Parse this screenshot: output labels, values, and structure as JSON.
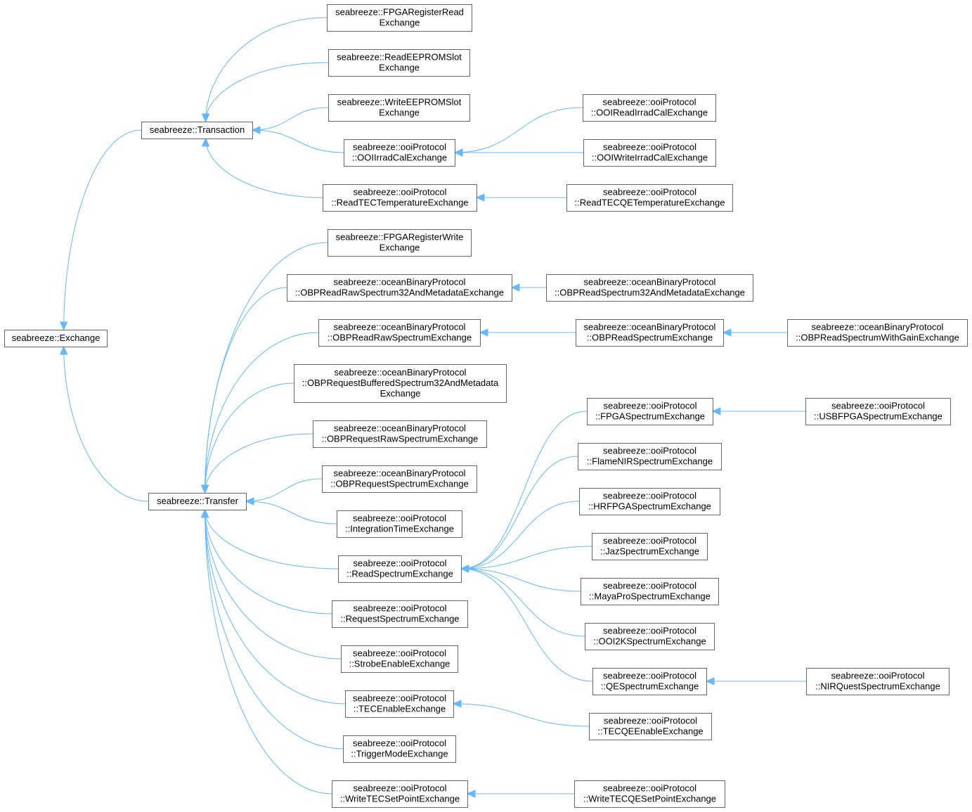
{
  "diagram": {
    "colors": {
      "edge": "#63b8ff",
      "node_border": "#666666",
      "background": "#ffffff"
    },
    "nodes": {
      "exchange": [
        "seabreeze::Exchange"
      ],
      "transaction": [
        "seabreeze::Transaction"
      ],
      "transfer": [
        "seabreeze::Transfer"
      ],
      "fpga_reg_read": [
        "seabreeze::FPGARegisterRead",
        "Exchange"
      ],
      "read_eeprom": [
        "seabreeze::ReadEEPROMSlot",
        "Exchange"
      ],
      "write_eeprom": [
        "seabreeze::WriteEEPROMSlot",
        "Exchange"
      ],
      "ooi_irradcal": [
        "seabreeze::ooiProtocol",
        "::OOIIrradCalExchange"
      ],
      "ooi_read_irradcal": [
        "seabreeze::ooiProtocol",
        "::OOIReadIrradCalExchange"
      ],
      "ooi_write_irradcal": [
        "seabreeze::ooiProtocol",
        "::OOIWriteIrradCalExchange"
      ],
      "read_tec_temp": [
        "seabreeze::ooiProtocol",
        "::ReadTECTemperatureExchange"
      ],
      "read_tecqe_temp": [
        "seabreeze::ooiProtocol",
        "::ReadTECQETemperatureExchange"
      ],
      "fpga_reg_write": [
        "seabreeze::FPGARegisterWrite",
        "Exchange"
      ],
      "obp_raw32meta": [
        "seabreeze::oceanBinaryProtocol",
        "::OBPReadRawSpectrum32AndMetadataExchange"
      ],
      "obp_read32meta": [
        "seabreeze::oceanBinaryProtocol",
        "::OBPReadSpectrum32AndMetadataExchange"
      ],
      "obp_raw": [
        "seabreeze::oceanBinaryProtocol",
        "::OBPReadRawSpectrumExchange"
      ],
      "obp_read": [
        "seabreeze::oceanBinaryProtocol",
        "::OBPReadSpectrumExchange"
      ],
      "obp_read_gain": [
        "seabreeze::oceanBinaryProtocol",
        "::OBPReadSpectrumWithGainExchange"
      ],
      "obp_req_buffered": [
        "seabreeze::oceanBinaryProtocol",
        "::OBPRequestBufferedSpectrum32AndMetadata",
        "Exchange"
      ],
      "obp_req_raw": [
        "seabreeze::oceanBinaryProtocol",
        "::OBPRequestRawSpectrumExchange"
      ],
      "obp_req": [
        "seabreeze::oceanBinaryProtocol",
        "::OBPRequestSpectrumExchange"
      ],
      "integration_time": [
        "seabreeze::ooiProtocol",
        "::IntegrationTimeExchange"
      ],
      "read_spectrum": [
        "seabreeze::ooiProtocol",
        "::ReadSpectrumExchange"
      ],
      "request_spectrum": [
        "seabreeze::ooiProtocol",
        "::RequestSpectrumExchange"
      ],
      "strobe_enable": [
        "seabreeze::ooiProtocol",
        "::StrobeEnableExchange"
      ],
      "tec_enable": [
        "seabreeze::ooiProtocol",
        "::TECEnableExchange"
      ],
      "tecqe_enable": [
        "seabreeze::ooiProtocol",
        "::TECQEEnableExchange"
      ],
      "trigger_mode": [
        "seabreeze::ooiProtocol",
        "::TriggerModeExchange"
      ],
      "write_tec_setpoint": [
        "seabreeze::ooiProtocol",
        "::WriteTECSetPointExchange"
      ],
      "write_tecqe_setpoint": [
        "seabreeze::ooiProtocol",
        "::WriteTECQESetPointExchange"
      ],
      "fpga_spectrum": [
        "seabreeze::ooiProtocol",
        "::FPGASpectrumExchange"
      ],
      "usb_fpga_spectrum": [
        "seabreeze::ooiProtocol",
        "::USBFPGASpectrumExchange"
      ],
      "flame_nir": [
        "seabreeze::ooiProtocol",
        "::FlameNIRSpectrumExchange"
      ],
      "hr_fpga": [
        "seabreeze::ooiProtocol",
        "::HRFPGASpectrumExchange"
      ],
      "jaz_spectrum": [
        "seabreeze::ooiProtocol",
        "::JazSpectrumExchange"
      ],
      "mayapro_spectrum": [
        "seabreeze::ooiProtocol",
        "::MayaProSpectrumExchange"
      ],
      "ooi2k_spectrum": [
        "seabreeze::ooiProtocol",
        "::OOI2KSpectrumExchange"
      ],
      "qe_spectrum": [
        "seabreeze::ooiProtocol",
        "::QESpectrumExchange"
      ],
      "nirquest_spectrum": [
        "seabreeze::ooiProtocol",
        "::NIRQuestSpectrumExchange"
      ]
    },
    "edges": [
      {
        "from": "transaction",
        "to": "exchange"
      },
      {
        "from": "transfer",
        "to": "exchange"
      },
      {
        "from": "fpga_reg_read",
        "to": "transaction"
      },
      {
        "from": "read_eeprom",
        "to": "transaction"
      },
      {
        "from": "write_eeprom",
        "to": "transaction"
      },
      {
        "from": "ooi_irradcal",
        "to": "transaction"
      },
      {
        "from": "read_tec_temp",
        "to": "transaction"
      },
      {
        "from": "ooi_read_irradcal",
        "to": "ooi_irradcal"
      },
      {
        "from": "ooi_write_irradcal",
        "to": "ooi_irradcal"
      },
      {
        "from": "read_tecqe_temp",
        "to": "read_tec_temp"
      },
      {
        "from": "fpga_reg_write",
        "to": "transfer"
      },
      {
        "from": "obp_raw32meta",
        "to": "transfer"
      },
      {
        "from": "obp_raw",
        "to": "transfer"
      },
      {
        "from": "obp_req_buffered",
        "to": "transfer"
      },
      {
        "from": "obp_req_raw",
        "to": "transfer"
      },
      {
        "from": "obp_req",
        "to": "transfer"
      },
      {
        "from": "integration_time",
        "to": "transfer"
      },
      {
        "from": "read_spectrum",
        "to": "transfer"
      },
      {
        "from": "request_spectrum",
        "to": "transfer"
      },
      {
        "from": "strobe_enable",
        "to": "transfer"
      },
      {
        "from": "tec_enable",
        "to": "transfer"
      },
      {
        "from": "trigger_mode",
        "to": "transfer"
      },
      {
        "from": "write_tec_setpoint",
        "to": "transfer"
      },
      {
        "from": "obp_read32meta",
        "to": "obp_raw32meta"
      },
      {
        "from": "obp_read",
        "to": "obp_raw"
      },
      {
        "from": "obp_read_gain",
        "to": "obp_read"
      },
      {
        "from": "fpga_spectrum",
        "to": "read_spectrum"
      },
      {
        "from": "flame_nir",
        "to": "read_spectrum"
      },
      {
        "from": "hr_fpga",
        "to": "read_spectrum"
      },
      {
        "from": "jaz_spectrum",
        "to": "read_spectrum"
      },
      {
        "from": "mayapro_spectrum",
        "to": "read_spectrum"
      },
      {
        "from": "ooi2k_spectrum",
        "to": "read_spectrum"
      },
      {
        "from": "qe_spectrum",
        "to": "read_spectrum"
      },
      {
        "from": "usb_fpga_spectrum",
        "to": "fpga_spectrum"
      },
      {
        "from": "nirquest_spectrum",
        "to": "qe_spectrum"
      },
      {
        "from": "tecqe_enable",
        "to": "tec_enable"
      },
      {
        "from": "write_tecqe_setpoint",
        "to": "write_tec_setpoint"
      }
    ]
  }
}
